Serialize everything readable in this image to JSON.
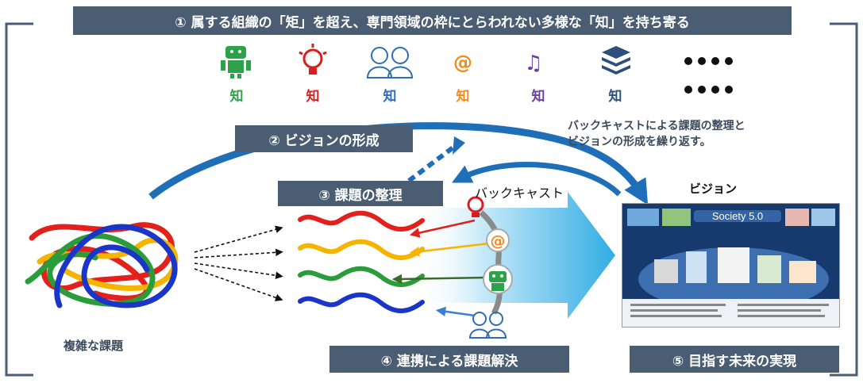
{
  "banners": {
    "step1": "① 属する組織の「矩」を超え、専門領域の枠にとらわれない多様な「知」を持ち寄る",
    "step2": "② ビジョンの形成",
    "step3": "③ 課題の整理",
    "step4": "④ 連携による課題解決",
    "step5": "⑤ 目指す未来の実現"
  },
  "knowledge": [
    {
      "icon": "robot-icon",
      "label": "知",
      "color": "#2ea24a"
    },
    {
      "icon": "lightbulb-icon",
      "label": "知",
      "color": "#d81f1f"
    },
    {
      "icon": "people-icon",
      "label": "知",
      "color": "#2f6db5"
    },
    {
      "icon": "at-sign-icon",
      "label": "知",
      "color": "#ef8a1f"
    },
    {
      "icon": "music-note-icon",
      "label": "知",
      "color": "#6b3fa0"
    },
    {
      "icon": "database-icon",
      "label": "知",
      "color": "#2d4f7c"
    }
  ],
  "labels": {
    "complex_issue": "複雑な課題",
    "backcast": "バックキャスト",
    "vision": "ビジョン",
    "note_line1": "バックキャストによる課題の整理と",
    "note_line2": "ビジョンの形成を繰り返す。",
    "poster_title": "Society 5.0"
  },
  "colors": {
    "banner": "#4a5d72",
    "arrow_blue": "#1f6fb8",
    "wave_red": "#e3201b",
    "wave_yellow": "#f4b400",
    "wave_green": "#2a9d3a",
    "wave_blue": "#1a36c8"
  }
}
